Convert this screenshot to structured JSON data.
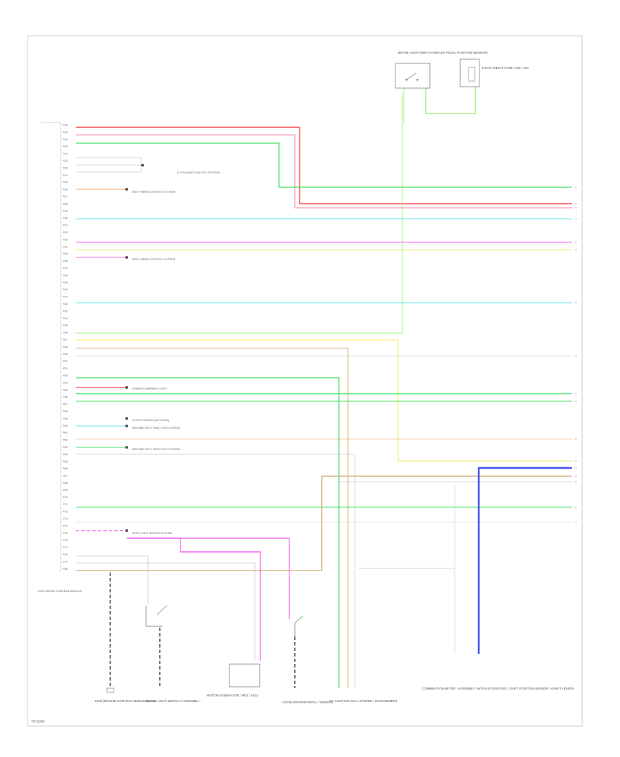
{
  "diagram": {
    "footer_code": "TH-0000",
    "colors": {
      "red": "#ff3b3b",
      "pink": "#ff7d9b",
      "green": "#3ce05a",
      "light_green": "#9ef07a",
      "cyan": "#5fe4f0",
      "magenta": "#f05bf0",
      "yellow": "#f2ec74",
      "orange": "#f7b27a",
      "tan": "#d0b47a",
      "blue": "#3c46f0",
      "gray": "#c8c8c8",
      "black": "#333333"
    },
    "pins": [
      "P18",
      "P49",
      "P19",
      "P20",
      "P21",
      "P22",
      "P23",
      "P24",
      "P25",
      "P26",
      "P27",
      "P28",
      "P29",
      "P30",
      "P31",
      "P32",
      "P33",
      "P34",
      "P35",
      "P36",
      "P37",
      "P38",
      "P39",
      "P40",
      "P41",
      "P42",
      "P43",
      "P44",
      "P45",
      "P46",
      "P47",
      "P48",
      "P50",
      "P51",
      "P52",
      "P53",
      "P54",
      "P55",
      "P56",
      "P57",
      "P58",
      "P59",
      "P60",
      "P61",
      "P62",
      "P63",
      "P64",
      "P65",
      "P66",
      "P67",
      "P68",
      "P69",
      "P70",
      "P71",
      "P72",
      "P73",
      "P74",
      "P75",
      "P76",
      "P77",
      "P78",
      "P79",
      "P80"
    ],
    "top_components": [
      {
        "label": "BRAKE LIGHT SWITCH (BRAKE PEDAL POSITION SENSOR)"
      },
      {
        "label": "ETCS-I RELAY FUSE / IG2 / 10A"
      }
    ],
    "left_callouts": [
      {
        "label": "(TO ENGINE CONTROL SYSTEM)"
      },
      {
        "label": "SEE HYBRID CONTROL SYSTEM"
      },
      {
        "label": "SEE HYBRID CONTROL SYSTEM"
      },
      {
        "label": "CHARGE WARNING LIGHT"
      },
      {
        "label": "CLOCK SPRING (WITH ABS)"
      },
      {
        "label": "SEE ABS WITH TRACTION CONTROL"
      },
      {
        "label": "SEE ABS WITH TRACTION CONTROL"
      },
      {
        "label": "STOP LIGHT SWITCH SYSTEM"
      }
    ],
    "bottom_components": [
      {
        "label": "ECM (ENGINE CONTROL MODULE) ECU"
      },
      {
        "label": "BRAKE LIGHT SWITCH / ASSEMBLY"
      },
      {
        "label": "MOTOR GENERATOR / MG1 / MG2"
      },
      {
        "label": "ACCELERATOR PEDAL / SENSOR"
      },
      {
        "label": "HV CONTROL ECU / POWER / MANAGEMENT"
      },
      {
        "label": "COMBINATION METER / ASSEMBLY / WITH INTEGRATED / SHIFT POSITION SENSOR / (SHIFT LEVER)"
      }
    ],
    "ecu_caption": "ECM ENGINE CONTROL MODULE"
  }
}
